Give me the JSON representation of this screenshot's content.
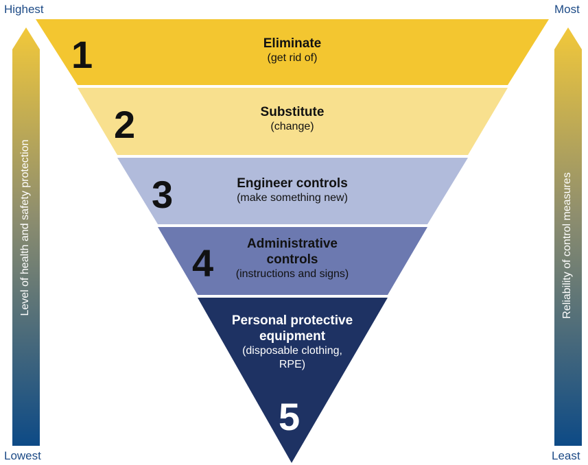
{
  "left_axis": {
    "top_label": "Highest",
    "bottom_label": "Lowest",
    "arrow_label": "Level of health and safety protection"
  },
  "right_axis": {
    "top_label": "Most",
    "bottom_label": "Least",
    "arrow_label": "Reliability of control measures"
  },
  "colors": {
    "arrow_top": "#f2c83a",
    "arrow_bottom": "#0d4a86",
    "tier1": "#f3c630",
    "tier2": "#f8e08e",
    "tier3": "#b1bbdb",
    "tier4": "#6c79b0",
    "tier5": "#1e3263"
  },
  "tiers": [
    {
      "number": "1",
      "title": "Eliminate",
      "subtitle": "(get rid of)"
    },
    {
      "number": "2",
      "title": "Substitute",
      "subtitle": "(change)"
    },
    {
      "number": "3",
      "title": "Engineer controls",
      "subtitle": "(make something new)"
    },
    {
      "number": "4",
      "title_line1": "Administrative",
      "title_line2": "controls",
      "subtitle": "(instructions and signs)"
    },
    {
      "number": "5",
      "title_line1": "Personal protective",
      "title_line2": "equipment",
      "subtitle_line1": "(disposable clothing,",
      "subtitle_line2": "RPE)"
    }
  ]
}
